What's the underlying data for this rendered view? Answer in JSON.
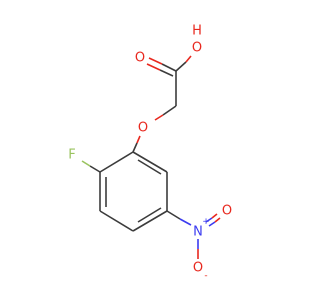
{
  "molecule": {
    "atoms": {
      "hydroxyl_h": {
        "label": "H",
        "color": "#e8281e"
      },
      "hydroxyl_o": {
        "label": "O",
        "color": "#e8281e"
      },
      "carbonyl_o": {
        "label": "O",
        "color": "#e8281e"
      },
      "ether_o": {
        "label": "O",
        "color": "#e8281e"
      },
      "fluorine": {
        "label": "F",
        "color": "#9ac35f"
      },
      "nitro_n": {
        "label": "N",
        "color": "#3b3bf0",
        "charge": "+"
      },
      "nitro_o_double": {
        "label": "O",
        "color": "#e8281e"
      },
      "nitro_o_minus": {
        "label": "O",
        "color": "#e8281e",
        "charge": "-"
      }
    }
  }
}
